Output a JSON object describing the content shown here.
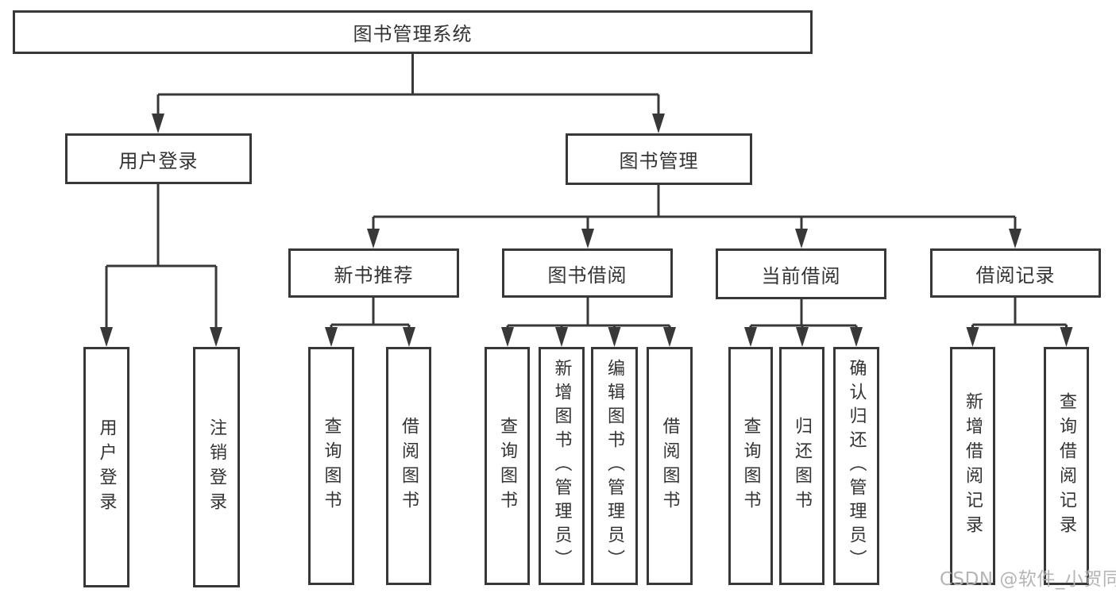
{
  "tree": {
    "root": "图书管理系统",
    "children": [
      {
        "label": "用户登录",
        "leaves": [
          "用户登录",
          "注销登录"
        ]
      },
      {
        "label": "图书管理",
        "children": [
          {
            "label": "新书推荐",
            "leaves": [
              "查询图书",
              "借阅图书"
            ]
          },
          {
            "label": "图书借阅",
            "leaves": [
              "查询图书",
              "新增图书（管理员）",
              "编辑图书（管理员）",
              "借阅图书"
            ]
          },
          {
            "label": "当前借阅",
            "leaves": [
              "查询图书",
              "归还图书",
              "确认归还（管理员）"
            ]
          },
          {
            "label": "借阅记录",
            "leaves": [
              "新增借阅记录",
              "查询借阅记录"
            ]
          }
        ]
      }
    ]
  },
  "watermark": "CSDN @软件_小贺同学",
  "colors": {
    "line": "#383838",
    "text": "#333333",
    "box_fill": "#ffffff",
    "watermark": "#b2b2b2"
  }
}
